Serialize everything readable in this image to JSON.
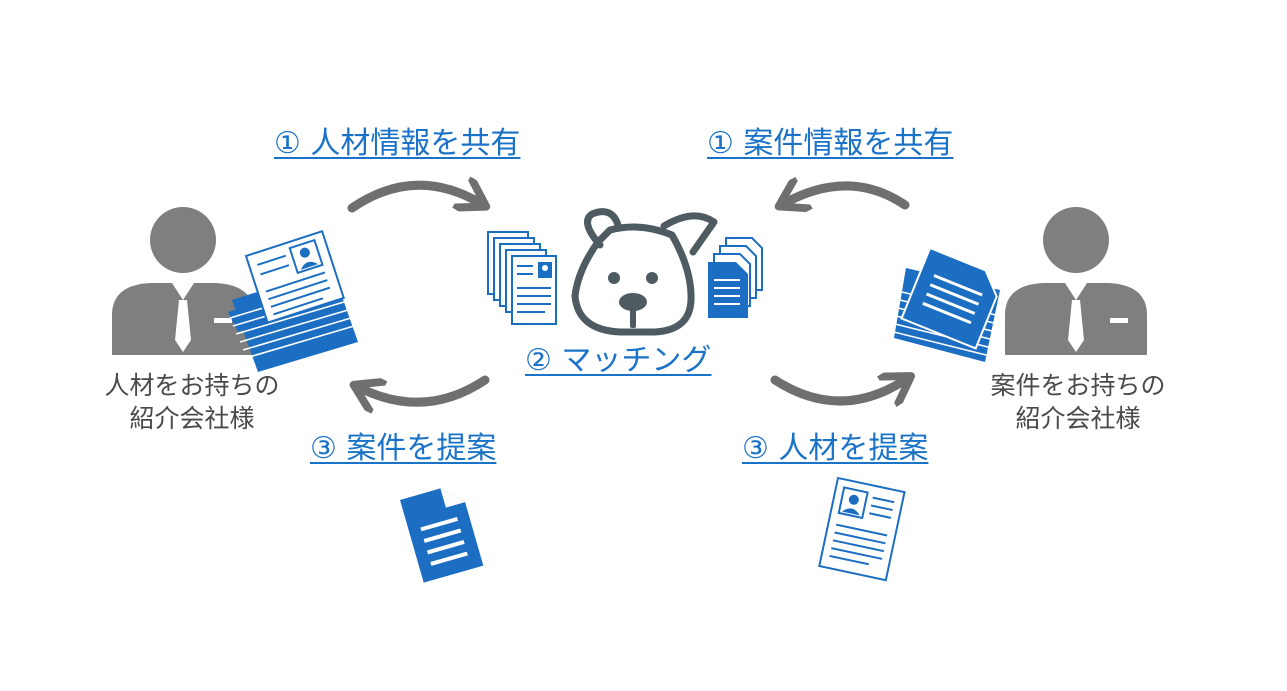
{
  "links": {
    "share_talent": "① 人材情報を共有",
    "share_projects": "① 案件情報を共有",
    "matching": "② マッチング",
    "propose_projects": "③ 案件を提案",
    "propose_talent": "③ 人材を提案"
  },
  "left_agent": {
    "line1": "人材をお持ちの",
    "line2": "紹介会社様"
  },
  "right_agent": {
    "line1": "案件をお持ちの",
    "line2": "紹介会社様"
  },
  "colors": {
    "link": "#1a73c8",
    "doc_blue": "#1b6ec2",
    "person_gray": "#7f7f7f",
    "arrow_gray": "#6f6f6f",
    "dog_stroke": "#4e5b61"
  }
}
